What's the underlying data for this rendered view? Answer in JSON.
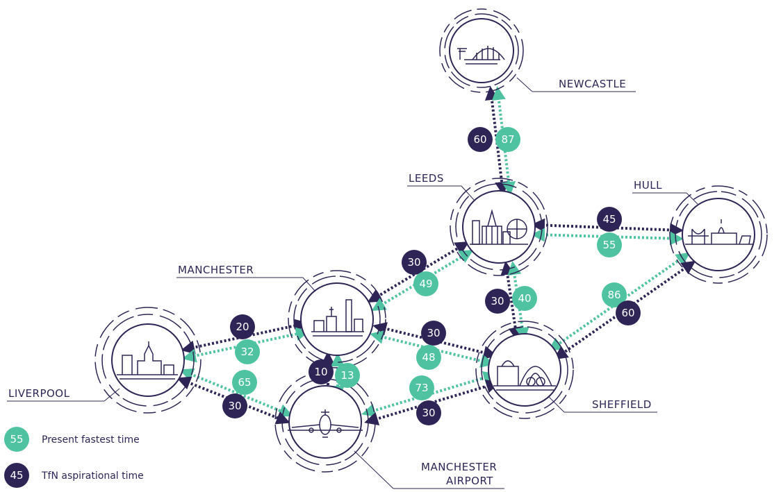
{
  "colors": {
    "present": "#4fc3a1",
    "aspirational": "#2e2556",
    "ring": "#2e2556",
    "label": "#2e2556"
  },
  "cities": {
    "newcastle": {
      "label": "NEWCASTLE",
      "icon": "tyne-bridge-skyline-icon"
    },
    "leeds": {
      "label": "LEEDS",
      "icon": "leeds-civic-hall-skyline-icon"
    },
    "hull": {
      "label": "HULL",
      "icon": "humber-bridge-skyline-icon"
    },
    "manchester": {
      "label": "MANCHESTER",
      "icon": "manchester-town-hall-skyline-icon"
    },
    "liverpool": {
      "label": "LIVERPOOL",
      "icon": "liver-building-skyline-icon"
    },
    "sheffield": {
      "label": "SHEFFIELD",
      "icon": "sheffield-winter-garden-skyline-icon"
    },
    "airport": {
      "label_line1": "MANCHESTER",
      "label_line2": "AIRPORT",
      "icon": "airplane-icon"
    }
  },
  "routes": {
    "newcastle_leeds": {
      "present": "87",
      "aspirational": "60"
    },
    "leeds_hull": {
      "present": "55",
      "aspirational": "45"
    },
    "manchester_leeds": {
      "present": "49",
      "aspirational": "30"
    },
    "leeds_sheffield": {
      "present": "40",
      "aspirational": "30"
    },
    "hull_sheffield": {
      "present": "86",
      "aspirational": "60"
    },
    "liverpool_manchester": {
      "present": "32",
      "aspirational": "20"
    },
    "manchester_sheffield": {
      "present": "48",
      "aspirational": "30"
    },
    "manchester_airport": {
      "present": "13",
      "aspirational": "10"
    },
    "liverpool_airport": {
      "present": "65",
      "aspirational": "30"
    },
    "airport_sheffield": {
      "present": "73",
      "aspirational": "30"
    }
  },
  "legend": {
    "present": {
      "value": "55",
      "label": "Present fastest time"
    },
    "aspirational": {
      "value": "45",
      "label": "TfN aspirational time"
    }
  }
}
